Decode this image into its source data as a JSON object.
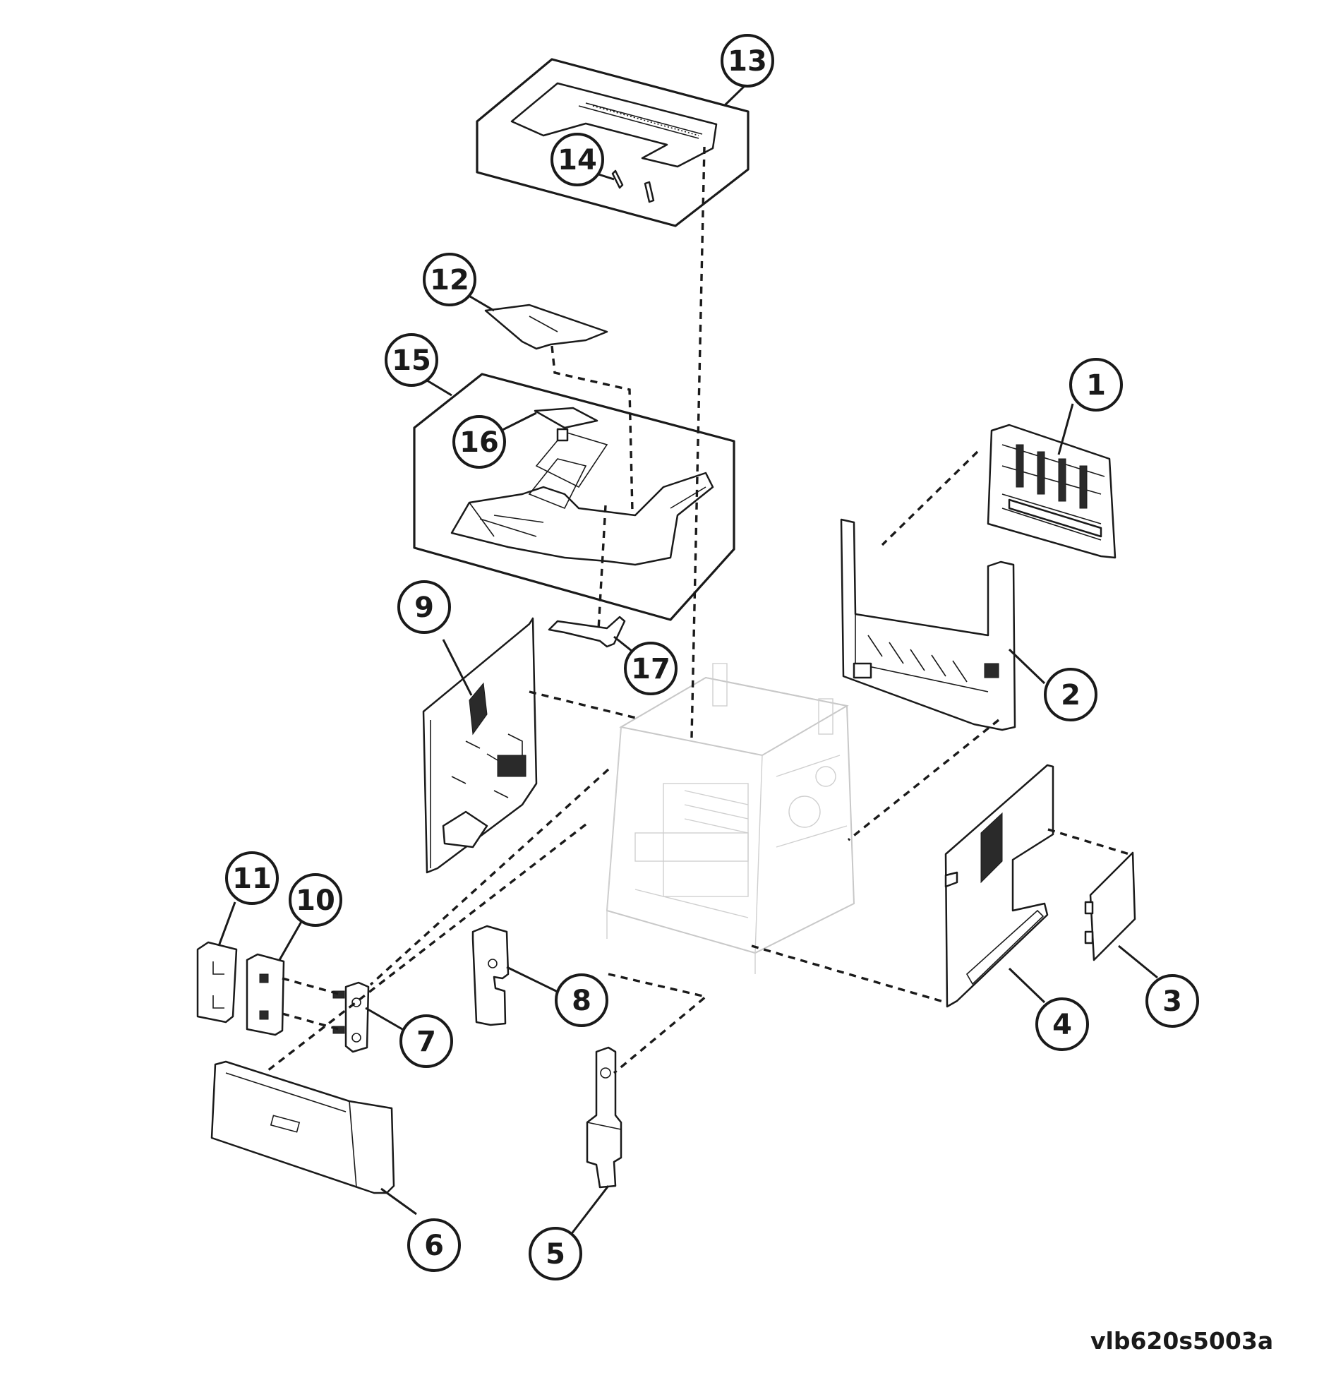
{
  "figure_id": "vlb620s5003a",
  "callouts": [
    {
      "id": "1",
      "label": "1"
    },
    {
      "id": "2",
      "label": "2"
    },
    {
      "id": "3",
      "label": "3"
    },
    {
      "id": "4",
      "label": "4"
    },
    {
      "id": "5",
      "label": "5"
    },
    {
      "id": "6",
      "label": "6"
    },
    {
      "id": "7",
      "label": "7"
    },
    {
      "id": "8",
      "label": "8"
    },
    {
      "id": "9",
      "label": "9"
    },
    {
      "id": "10",
      "label": "10"
    },
    {
      "id": "11",
      "label": "11"
    },
    {
      "id": "12",
      "label": "12"
    },
    {
      "id": "13",
      "label": "13"
    },
    {
      "id": "14",
      "label": "14"
    },
    {
      "id": "15",
      "label": "15"
    },
    {
      "id": "16",
      "label": "16"
    },
    {
      "id": "17",
      "label": "17"
    }
  ]
}
